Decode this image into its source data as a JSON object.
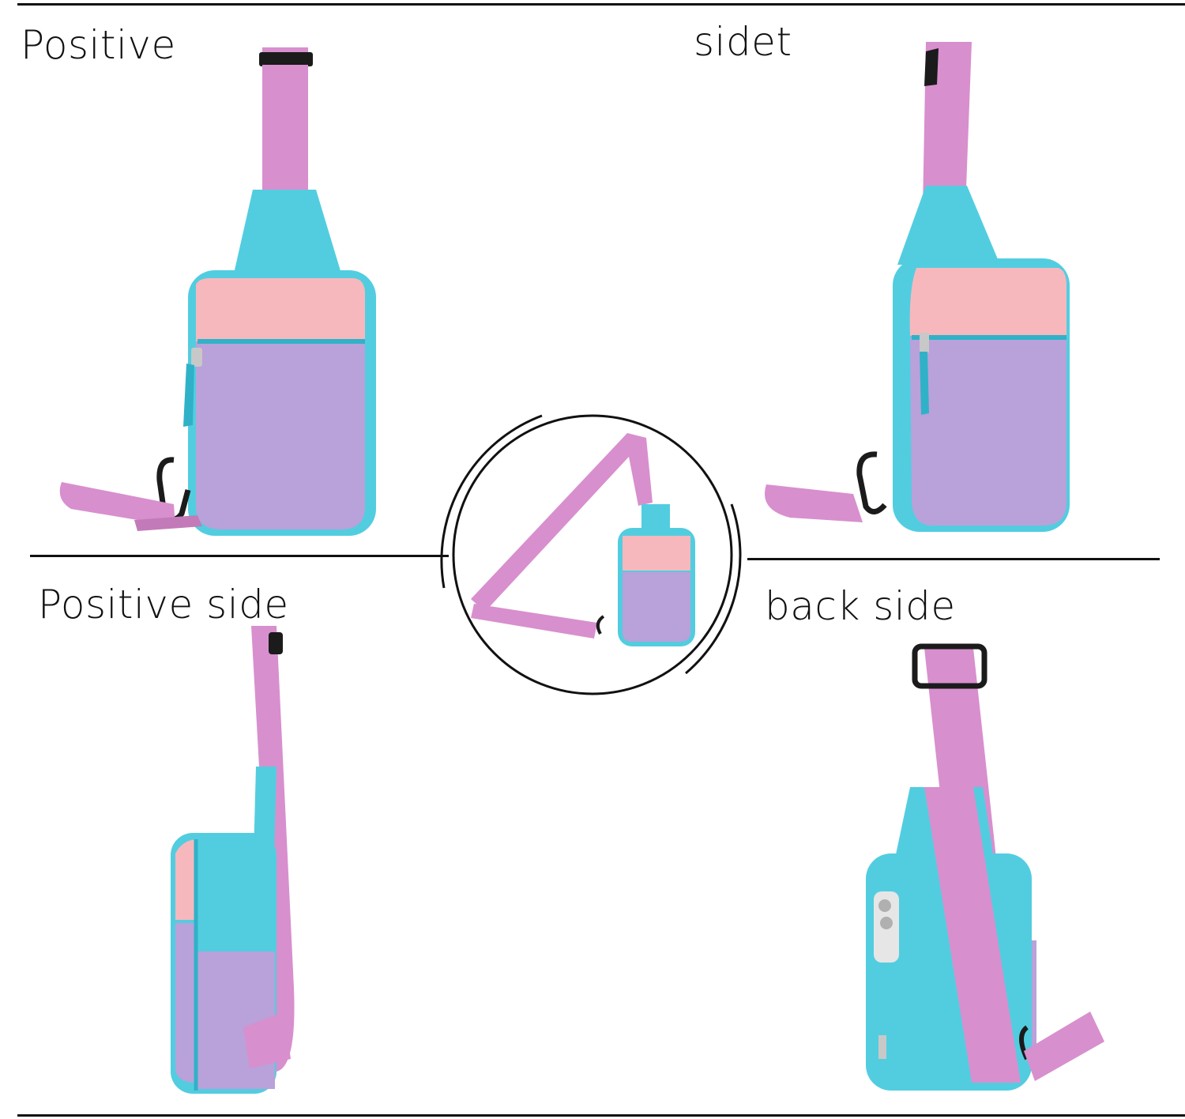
{
  "labels": {
    "top_left": "Positive",
    "top_right": "sidet",
    "bottom_left": "Positive side",
    "bottom_right": "back side"
  },
  "colors": {
    "strap": "#d88fce",
    "strap_dark": "#b86fae",
    "teal": "#52cde0",
    "teal_dark": "#2fb2c8",
    "pink": "#f6b8bd",
    "lavender": "#b9a1da",
    "lavender_dark": "#9f86c6",
    "hardware": "#1b1b1b",
    "rule": "#111111"
  },
  "views": {
    "front": "front-view",
    "angled": "angled-view",
    "worn": "crossbody-view",
    "side": "side-view",
    "back": "back-view"
  }
}
